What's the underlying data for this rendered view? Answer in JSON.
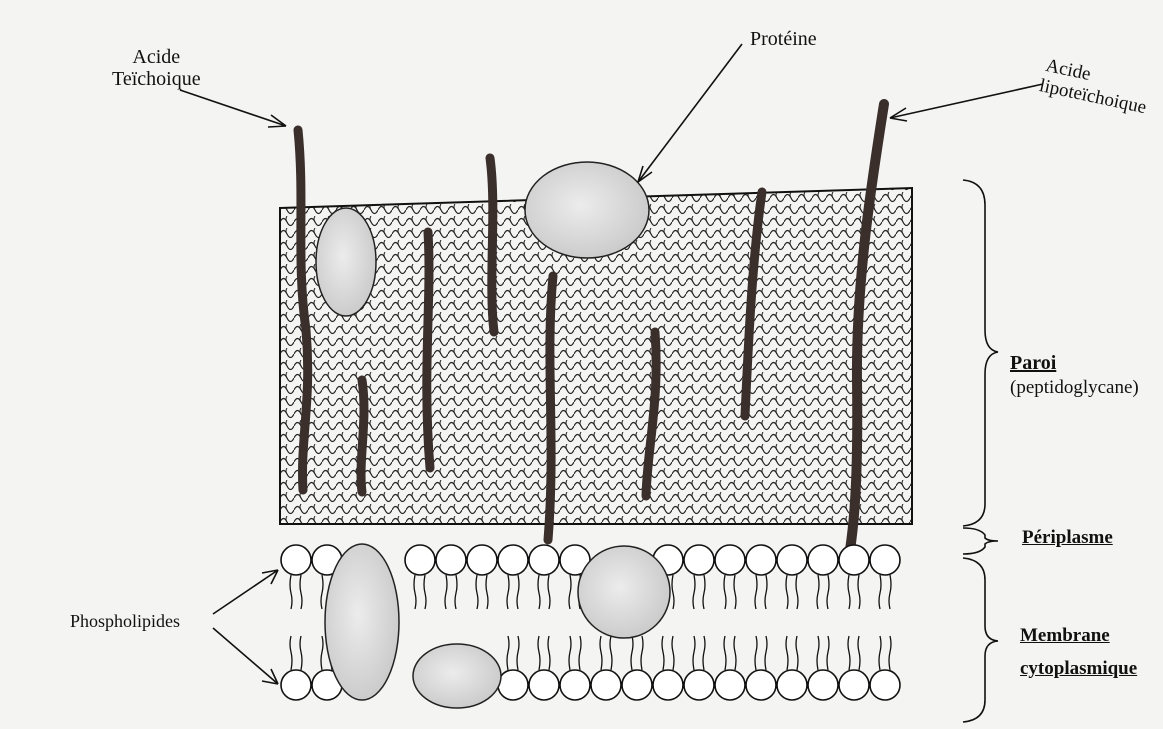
{
  "labels": {
    "teichoic": [
      "Acide",
      "Teïchoique"
    ],
    "protein": "Protéine",
    "lipoteichoic": [
      "Acide",
      "lipoteïchoique"
    ],
    "wall": "Paroi",
    "wall_sub": "(peptidoglycane)",
    "periplasm": "Périplasme",
    "membrane": [
      "Membrane",
      "cytoplasmique"
    ],
    "phospholipids": "Phospholipides"
  },
  "colors": {
    "strand": "#3b2f2c",
    "ink": "#111111",
    "protein_fill": "#dedede",
    "background": "#f4f4f2"
  }
}
